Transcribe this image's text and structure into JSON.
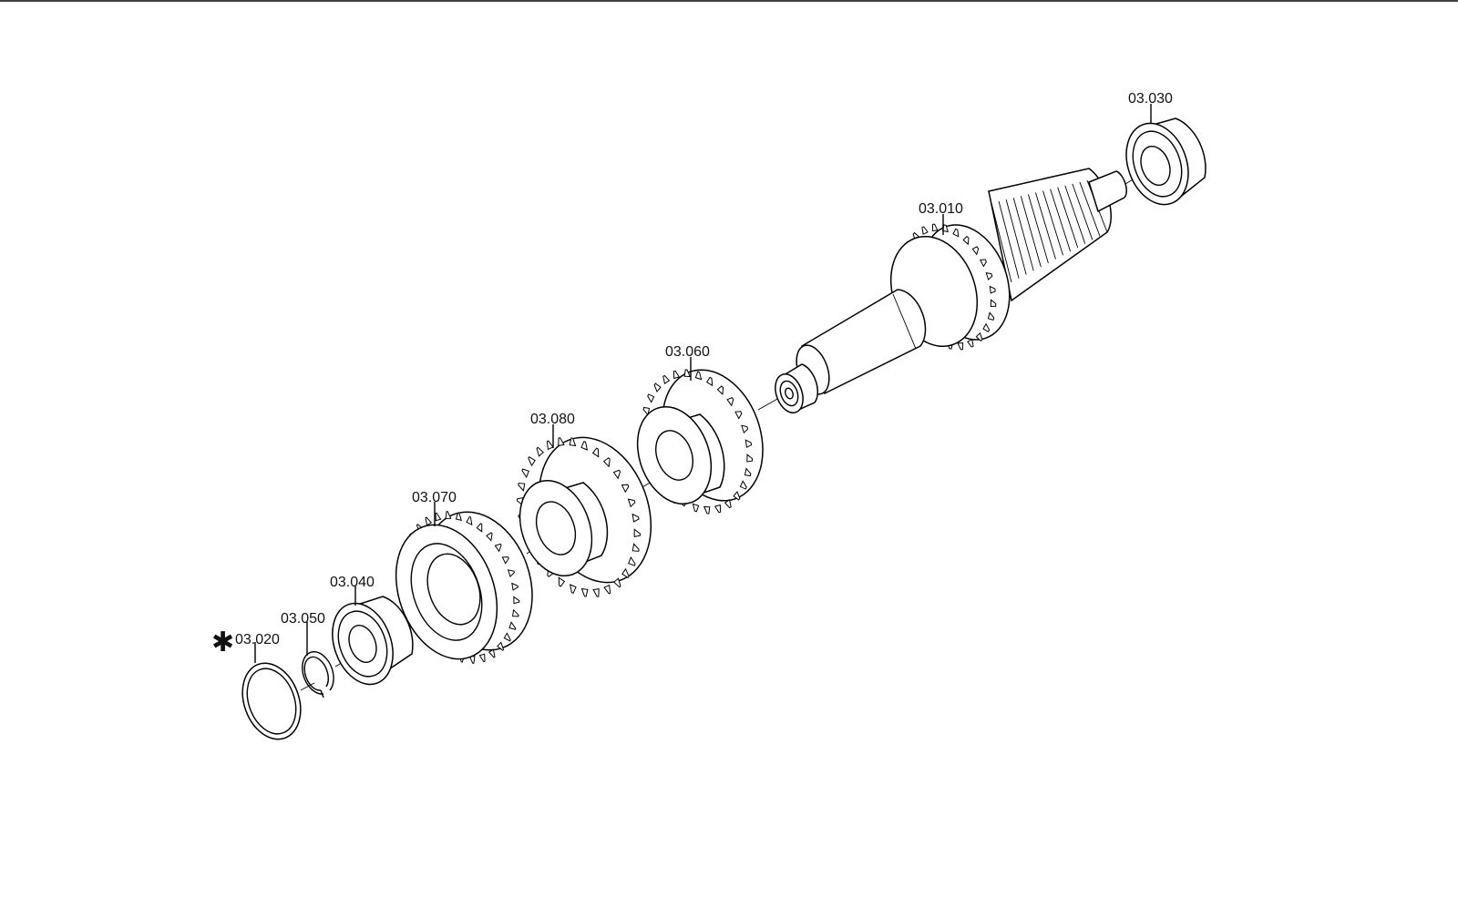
{
  "labels": {
    "p03010": "03.010",
    "p03020": "03.020",
    "p03030": "03.030",
    "p03040": "03.040",
    "p03050": "03.050",
    "p03060": "03.060",
    "p03070": "03.070",
    "p03080": "03.080"
  },
  "marker": {
    "asterisk": "✱"
  }
}
